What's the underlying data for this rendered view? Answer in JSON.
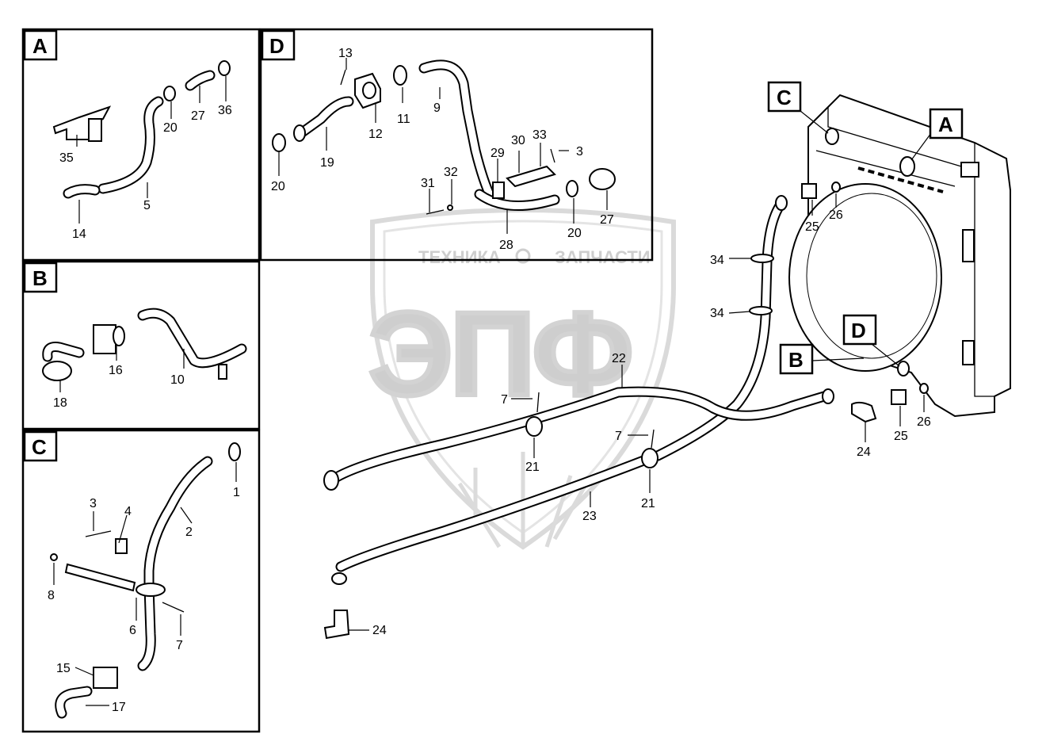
{
  "panels": [
    {
      "id": "A",
      "label": "A"
    },
    {
      "id": "B",
      "label": "B"
    },
    {
      "id": "C",
      "label": "C"
    },
    {
      "id": "D",
      "label": "D"
    }
  ],
  "callouts": [
    {
      "id": "cA",
      "label": "A"
    },
    {
      "id": "cB",
      "label": "B"
    },
    {
      "id": "cC",
      "label": "C"
    },
    {
      "id": "cD",
      "label": "D"
    }
  ],
  "watermark": {
    "line": "ТЕХНИКА",
    "line2": "ЗАПЧАСТИ",
    "logo": "ЭПФ"
  },
  "part_numbers": {
    "A": [
      "35",
      "20",
      "27",
      "36",
      "5",
      "14"
    ],
    "B": [
      "16",
      "10",
      "18"
    ],
    "C": [
      "1",
      "2",
      "3",
      "4",
      "8",
      "6",
      "7",
      "15",
      "17"
    ],
    "D": [
      "13",
      "9",
      "11",
      "12",
      "19",
      "20",
      "29",
      "30",
      "33",
      "3",
      "31",
      "32",
      "28",
      "20",
      "27"
    ],
    "main": [
      "34",
      "34",
      "25",
      "26",
      "22",
      "7",
      "21",
      "7",
      "21",
      "23",
      "24",
      "25",
      "26",
      "24"
    ]
  }
}
